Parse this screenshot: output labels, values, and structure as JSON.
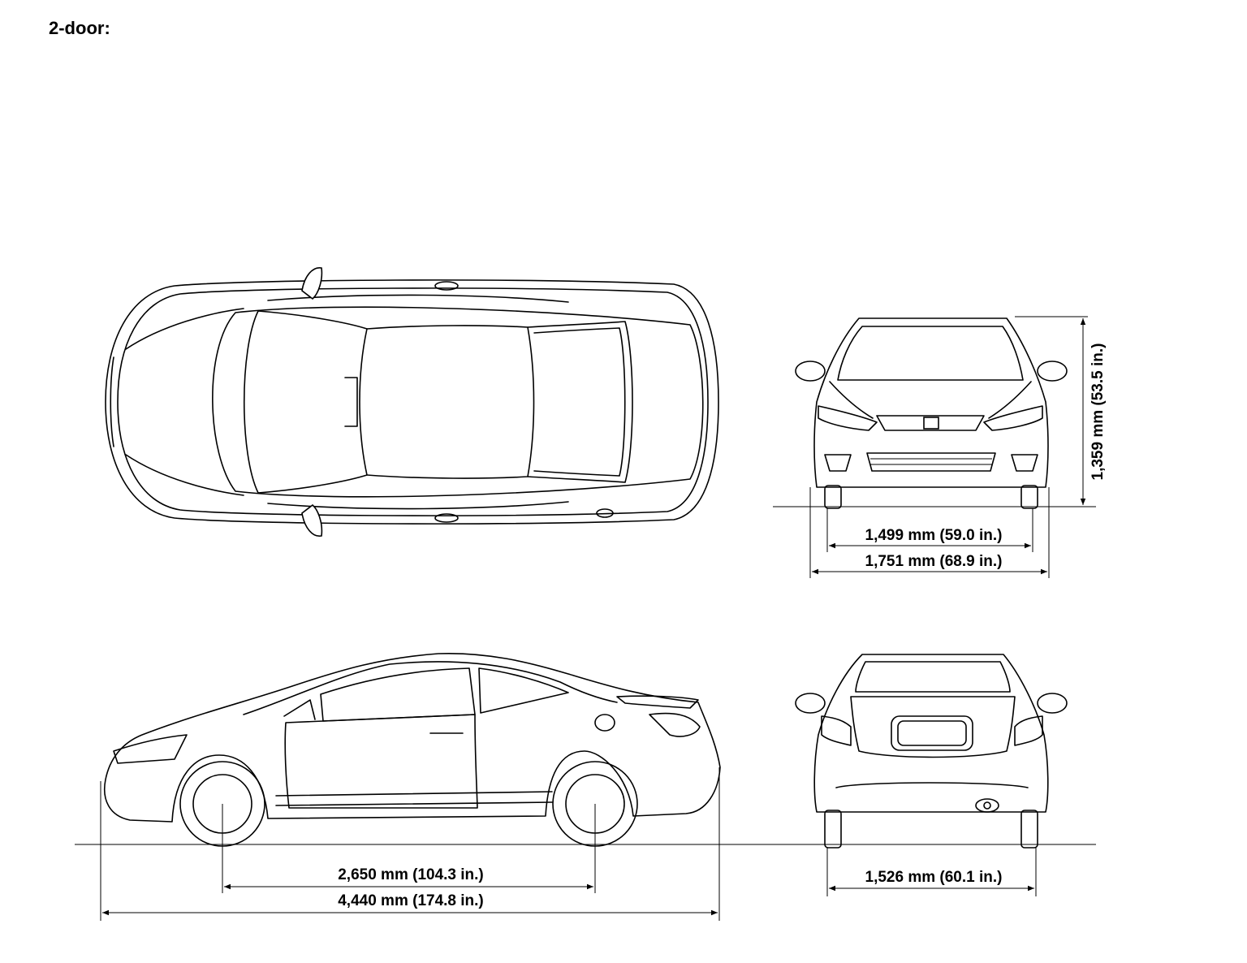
{
  "heading": "2-door:",
  "dimensions": {
    "wheelbase": "2,650 mm (104.3 in.)",
    "overall_length": "4,440 mm (174.8 in.)",
    "front_track": "1,499 mm (59.0 in.)",
    "overall_width": "1,751 mm (68.9 in.)",
    "overall_height": "1,359 mm (53.5 in.)",
    "rear_track": "1,526 mm (60.1 in.)"
  },
  "views": [
    "top-view",
    "front-view",
    "side-view",
    "rear-view"
  ]
}
